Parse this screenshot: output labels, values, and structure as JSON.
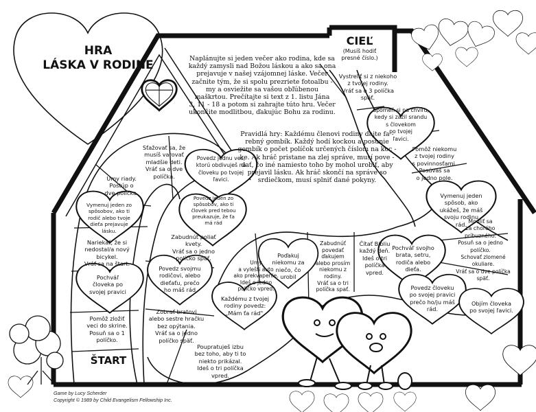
{
  "title": "HRA\nLÁSKA V RODINE",
  "goal": {
    "label": "CIEĽ",
    "note": "(Musíš hodiť\npresné číslo.)"
  },
  "start_label": "ŠTART",
  "intro_text": "Naplánujte si jeden večer ako rodina, kde sa\nkaždý zamysli nad Božou láskou a ako sa ona\nprejavuje v našej vzájomnej láske. Večer\nzačnite tým, že si spolu prezriete fotoalbu -\nmy a osviežite sa vašou obľúbenou\nmaškrtou. Prečítajte si text z 1. listu Jána\n3, 11 - 18 a potom si zahrajte túto hru. Večer\nukončite modlitbou, ďakujúc Bohu za rodinu.",
  "rules_text": "Pravidlá hry: Každému členovi rodiny dajte fa -\nrebný gombík. Každý hodí kockou a posunie\ngombík o počet políčok určených číslom na koc -\nke. Ak hráč pristane na zlej správe, musí pove -\ndať, čo iné namiesto toho by mohol urobiť, aby\nprejavil lásku. Ak hráč skončí na správe so\nsrdiečkom, musí splniť dané pokyny.",
  "spaces": [
    {
      "text": "Pomôž zložiť\nveci do skrine.\nPosuň sa o 1\npolíčko.",
      "kind": "box"
    },
    {
      "text": "Pochváľ\nčloveka po\nsvojej pravici",
      "kind": "heart"
    },
    {
      "text": "Nariekať, že si\nnedostal/a nový\nbicykel.\nVráť sa na štart.",
      "kind": "box"
    },
    {
      "text": "Vymenuj jeden zo\nspôsobov, ako ti\nrodič alebo tvoje\ndieťa prejavuje\nlásku.",
      "kind": "heart"
    },
    {
      "text": "Umy riady.\nPostúp o\ndve políčka.",
      "kind": "box"
    },
    {
      "text": "Sťažovať sa, že\nmusíš varovať\nmladšie deti.\nVráť sa o  dve\npolíčka.",
      "kind": "box"
    },
    {
      "text": "Povedz jednu vec,\nktorú obdivuješ na\nčloveku po tvojej\nľavici.",
      "kind": "heart"
    },
    {
      "text": "Povedz jeden zo\nspôsobov, ako ti\nčlovek pred tebou\npreukazuje, že ťa\nmá rád",
      "kind": "heart"
    },
    {
      "text": "Zabudnúť poliať\nkvety.\nVráť sa o jedno\npolíčko späť.",
      "kind": "box"
    },
    {
      "text": "Povedz svojmu\nrodičovi, alebo\ndieťaťu, prečo\nho máš rád",
      "kind": "heart"
    },
    {
      "text": "Zobrať bratovi\nalebo sestre hračku\nbez opýtania.\nVráť sa o jedno\npolíčko späť.",
      "kind": "box"
    },
    {
      "text": "Poupratuješ izbu\nbez toho, aby ti to\nniekto prikázal.\nIdeš o tri políčka\nvpred.",
      "kind": "box"
    },
    {
      "text": "Každému z tvojej\nrodiny povedz:\n„Mám ťa rád\".",
      "kind": "heart"
    },
    {
      "text": "Umy\na vylešti auto\nako prekvapenie.\nIdeš o jedno\npolíčko vpred.",
      "kind": "box"
    },
    {
      "text": "Poďakuj\nniekomu za\nniečo, čo\nurobil",
      "kind": "heart"
    },
    {
      "text": "Zabudnúť\npovedať\nďakujem\nalebo prosím\nniekomu z\nrodiny.\nVráť sa o tri\npolíčka spať.",
      "kind": "box"
    },
    {
      "text": "Čítať Bibliu\nkaždý deň.\nIdeš o tri\npolíčka\nvpred.",
      "kind": "box"
    },
    {
      "text": "Pochváľ svojho\nbrata, setru,\nrodiča alebo\ndieťa.",
      "kind": "heart"
    },
    {
      "text": "Povedz človeku\npo svojej pravici\nprečo ho/ju máš\nrád.",
      "kind": "heart"
    },
    {
      "text": "Objím človeka\npo svojej ľavici.",
      "kind": "heart"
    },
    {
      "text": "Schovať zlomené\nokuliare.\nVráť sa o dve políčka\nspäť.",
      "kind": "box"
    },
    {
      "text": "Modliť sa\nza chorého\npríbuzného.\nPosuň sa o jedno\npolíčko.",
      "kind": "box"
    },
    {
      "text": "Vymenuj jeden\nspôsob, ako\nukážeš, že máš\nsvoju rodinu\nrád.",
      "kind": "heart"
    },
    {
      "text": "Pomôž niekomu\nz tvojej rodiny\ns povinnosťami.\nPosúvaš sa\no jedno pole.",
      "kind": "box"
    },
    {
      "text": "Spomeň si na chvíľu,\nkedy si zažil srandu\ns človekom\npo tvojej\nľavici.",
      "kind": "heart"
    },
    {
      "text": "Vystreliť si z niekoho\nz tvojej rodiny.\nVráť sa o 3 políčka\nspäť.",
      "kind": "box"
    }
  ],
  "credits": "Game by Lucy Scherder\nCopyright © 1989 by Child Evangelism Fellowship Inc.",
  "colors": {
    "ink": "#111111",
    "paper": "#ffffff"
  }
}
